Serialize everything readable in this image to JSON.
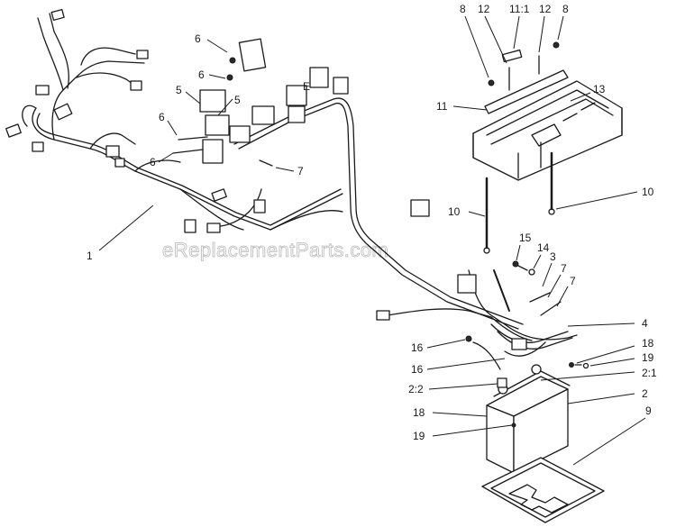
{
  "watermark": "eReplacementParts.com",
  "callouts": [
    {
      "id": "c1",
      "label": "1"
    },
    {
      "id": "c2",
      "label": "2"
    },
    {
      "id": "c21",
      "label": "2:1"
    },
    {
      "id": "c22",
      "label": "2:2"
    },
    {
      "id": "c3",
      "label": "3"
    },
    {
      "id": "c4",
      "label": "4"
    },
    {
      "id": "c5a",
      "label": "5"
    },
    {
      "id": "c5b",
      "label": "5"
    },
    {
      "id": "c6a",
      "label": "6"
    },
    {
      "id": "c6b",
      "label": "6"
    },
    {
      "id": "c6c",
      "label": "6"
    },
    {
      "id": "c6d",
      "label": "6"
    },
    {
      "id": "c7a",
      "label": "7"
    },
    {
      "id": "c7b",
      "label": "7"
    },
    {
      "id": "c7c",
      "label": "7"
    },
    {
      "id": "c8a",
      "label": "8"
    },
    {
      "id": "c8b",
      "label": "8"
    },
    {
      "id": "c9",
      "label": "9"
    },
    {
      "id": "c10a",
      "label": "10"
    },
    {
      "id": "c10b",
      "label": "10"
    },
    {
      "id": "c11",
      "label": "11"
    },
    {
      "id": "c111",
      "label": "11:1"
    },
    {
      "id": "c12a",
      "label": "12"
    },
    {
      "id": "c12b",
      "label": "12"
    },
    {
      "id": "c13",
      "label": "13"
    },
    {
      "id": "c14",
      "label": "14"
    },
    {
      "id": "c15",
      "label": "15"
    },
    {
      "id": "c16a",
      "label": "16"
    },
    {
      "id": "c16b",
      "label": "16"
    },
    {
      "id": "c18a",
      "label": "18"
    },
    {
      "id": "c18b",
      "label": "18"
    },
    {
      "id": "c19a",
      "label": "19"
    },
    {
      "id": "c19b",
      "label": "19"
    }
  ],
  "connector_letter": "E"
}
